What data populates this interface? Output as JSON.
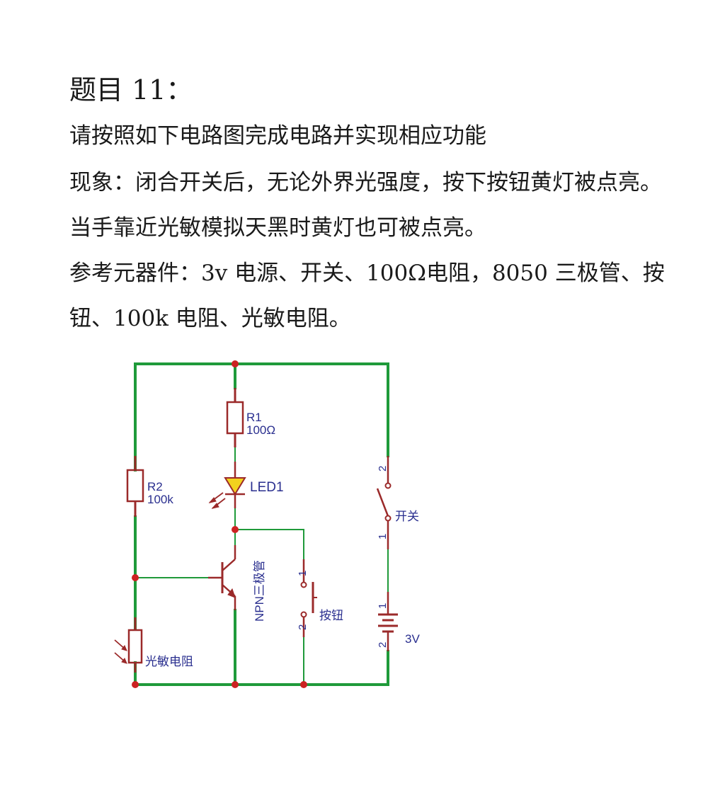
{
  "question": {
    "title": "题目 11：",
    "instruction": "请按照如下电路图完成电路并实现相应功能",
    "phenomenon": "现象：闭合开关后，无论外界光强度，按下按钮黄灯被点亮。",
    "phenomenon2": "当手靠近光敏模拟天黑时黄灯也可被点亮。",
    "parts_line1": "参考元器件：3v 电源、开关、100Ω电阻，8050 三极管、按",
    "parts_line2": "钮、100k 电阻、光敏电阻。"
  },
  "circuit": {
    "r1": {
      "name": "R1",
      "value": "100Ω"
    },
    "r2": {
      "name": "R2",
      "value": "100k"
    },
    "led": {
      "name": "LED1"
    },
    "transistor": {
      "name": "NPN三极管"
    },
    "switch": {
      "name": "开关",
      "pin_top": "2",
      "pin_bottom": "1"
    },
    "button": {
      "name": "按钮",
      "pin_top": "1",
      "pin_bottom": "2"
    },
    "battery": {
      "name": "3V",
      "pin_top": "1",
      "pin_bottom": "2"
    },
    "photoresistor": {
      "name": "光敏电阻"
    },
    "colors": {
      "wire": "#1f9a3a",
      "component": "#9b2a2a",
      "node": "#cc2222",
      "label": "#2a2f8f"
    }
  }
}
